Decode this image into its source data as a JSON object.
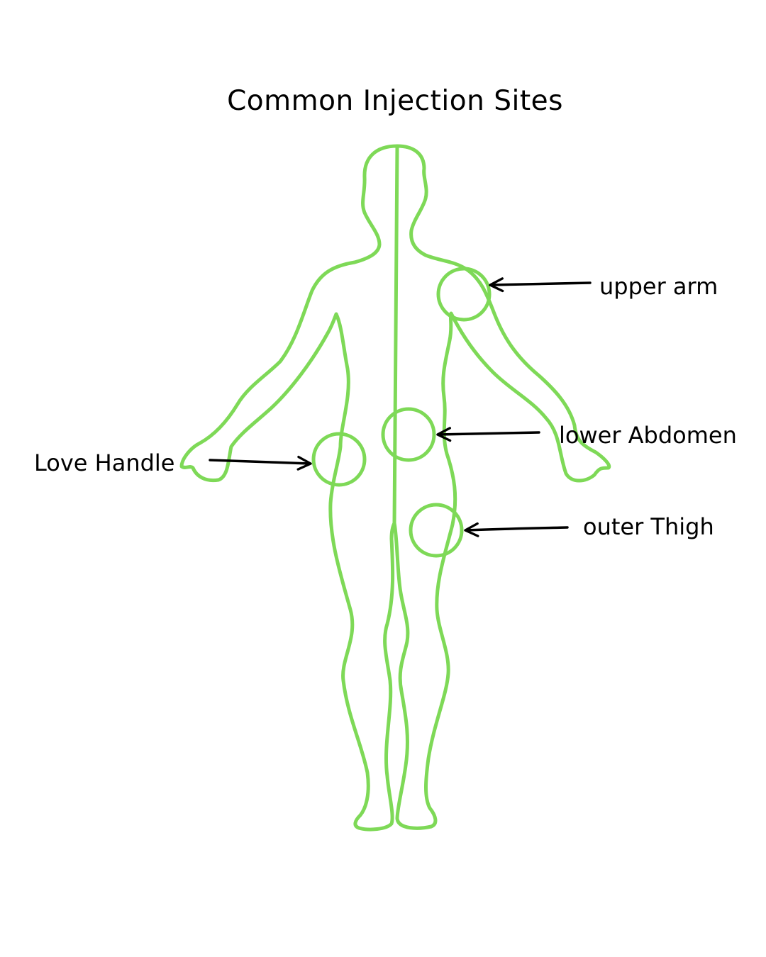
{
  "title": "Common Injection Sites",
  "colors": {
    "outline": "#7ed957",
    "arrow": "#000000",
    "text": "#000000",
    "background": "#ffffff"
  },
  "sites": [
    {
      "id": "upper-arm",
      "label": "upper arm"
    },
    {
      "id": "lower-abdomen",
      "label": "lower Abdomen"
    },
    {
      "id": "love-handle",
      "label": "Love Handle"
    },
    {
      "id": "outer-thigh",
      "label": "outer Thigh"
    }
  ]
}
